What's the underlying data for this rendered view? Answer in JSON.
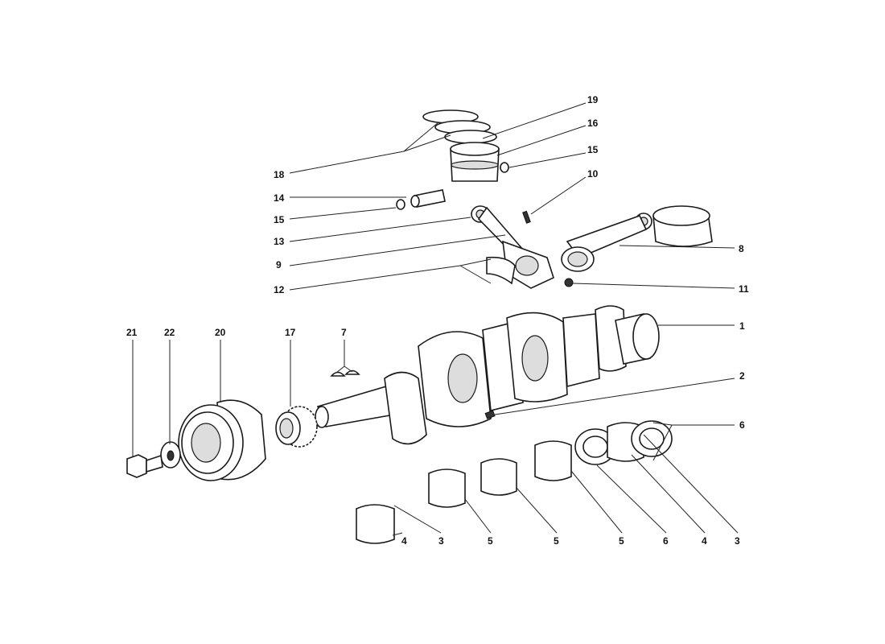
{
  "title": "Crankshaft, connecting rods and pistons exploded view",
  "callouts": [
    {
      "label": "19"
    },
    {
      "label": "16"
    },
    {
      "label": "15"
    },
    {
      "label": "10"
    },
    {
      "label": "18"
    },
    {
      "label": "14"
    },
    {
      "label": "15"
    },
    {
      "label": "13"
    },
    {
      "label": "8"
    },
    {
      "label": "9"
    },
    {
      "label": "12"
    },
    {
      "label": "11"
    },
    {
      "label": "21"
    },
    {
      "label": "22"
    },
    {
      "label": "20"
    },
    {
      "label": "17"
    },
    {
      "label": "7"
    },
    {
      "label": "1"
    },
    {
      "label": "2"
    },
    {
      "label": "6"
    },
    {
      "label": "4"
    },
    {
      "label": "3"
    },
    {
      "label": "5"
    },
    {
      "label": "5"
    },
    {
      "label": "5"
    },
    {
      "label": "6"
    },
    {
      "label": "4"
    },
    {
      "label": "3"
    }
  ]
}
